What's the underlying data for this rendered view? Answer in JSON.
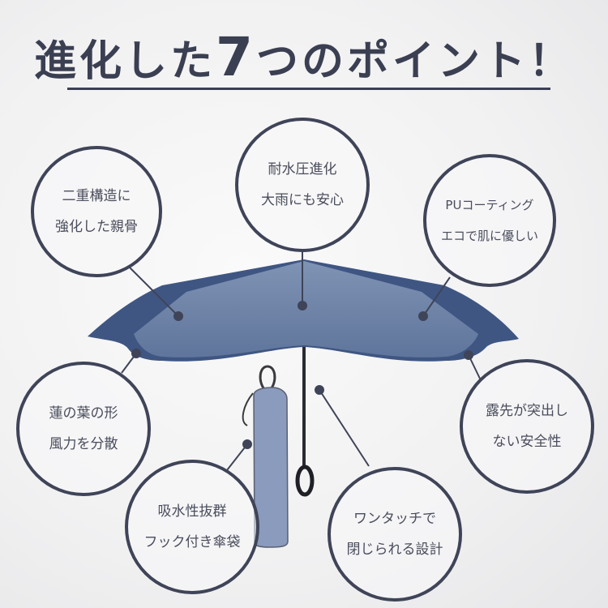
{
  "title": {
    "prefix": "進化した",
    "number": "7",
    "suffix": "つのポイント！"
  },
  "points": [
    {
      "line1": "二重構造に",
      "line2": "強化した親骨"
    },
    {
      "line1": "耐水圧進化",
      "line2": "大雨にも安心"
    },
    {
      "line1": "PUコーティング",
      "line2": "エコで肌に優しい"
    },
    {
      "line1": "蓮の葉の形",
      "line2": "風力を分散"
    },
    {
      "line1": "吸水性抜群",
      "line2": "フック付き傘袋"
    },
    {
      "line1": "ワンタッチで",
      "line2": "閉じられる設計"
    },
    {
      "line1": "露先が突出し",
      "line2": "ない安全性"
    }
  ],
  "colors": {
    "accent": "#3f4458",
    "canopy": "#5d7397",
    "canopy_edge": "#3d5480",
    "pouch": "#8a9bbd"
  }
}
